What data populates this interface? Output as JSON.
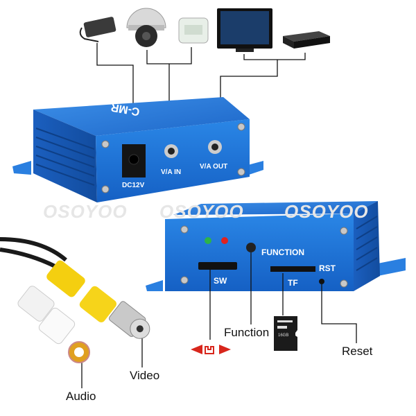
{
  "watermark": [
    "OSOYOO",
    "OSOYOO",
    "OSOYOO"
  ],
  "brand": "C-MR",
  "top_device": {
    "ports": [
      "DC12V",
      "V/A IN",
      "V/A OUT"
    ]
  },
  "bottom_device": {
    "labels": {
      "function": "FUNCTION",
      "sw": "SW",
      "tf": "TF",
      "rst": "RST"
    }
  },
  "callouts": {
    "function": "Function",
    "reset": "Reset",
    "video": "Video",
    "audio": "Audio"
  },
  "sd_card": {
    "text": "16GB"
  },
  "colors": {
    "device_blue": "#1f6fd0",
    "led_green": "#2db34a",
    "led_red": "#e0221e",
    "arrow_red": "#d8261c"
  }
}
